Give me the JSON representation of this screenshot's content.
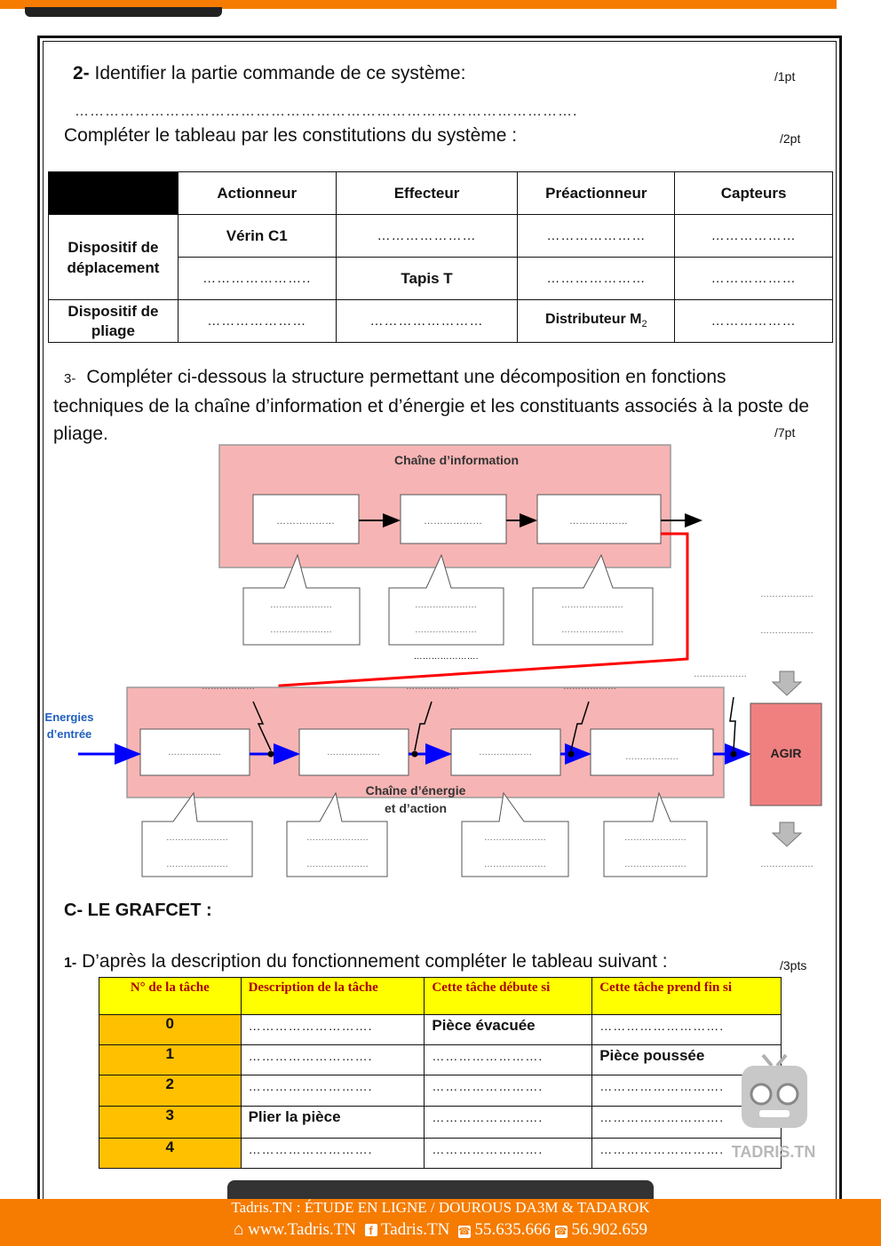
{
  "question2": {
    "number": "2-",
    "text": "Identifier la partie commande de ce système:",
    "points": "/1pt",
    "answer_dots": "………………………………………………………………………………………."
  },
  "table_intro": {
    "text": "Compléter le tableau par les constitutions du système :",
    "points": "/2pt"
  },
  "components_table": {
    "headers": [
      "",
      "Actionneur",
      "Effecteur",
      "Préactionneur",
      "Capteurs"
    ],
    "row1_label": "Dispositif de déplacement",
    "row3_label_line1": "Dispositif de",
    "row3_label_line2": "pliage",
    "row1": [
      "Vérin C1",
      "…………………",
      "…………………",
      "………………"
    ],
    "row2": [
      "…………………..",
      "Tapis T",
      "…………………",
      "………………"
    ],
    "row3": [
      "…………………",
      "……………………",
      "Distributeur M",
      "………………"
    ],
    "row3_subscript": "2"
  },
  "question3": {
    "number": "3-",
    "text": "Compléter ci-dessous la structure permettant une décomposition en fonctions techniques de la chaîne d’information et d’énergie et les constituants associés à la poste de pliage.",
    "points": "/7pt"
  },
  "diagram": {
    "info_chain_title": "Chaîne d’information",
    "energy_chain_title": "Chaîne d’énergie",
    "energy_chain_title2": "et d’action",
    "energy_input_line1": "Energies",
    "energy_input_line2": "d’entrée",
    "agir": "AGIR",
    "box_dots": "………………",
    "bubble_dots": "…………………",
    "side_dots": "………………",
    "mid_dots": "………………….",
    "colors": {
      "chain_fill": "#f7b4b4",
      "chain_stroke": "#999999",
      "red_wire": "#ff0000",
      "blue_flow": "#0000ff",
      "label_blue": "#1f5fbf"
    }
  },
  "section_c": {
    "title": "C-  LE GRAFCET :"
  },
  "question_c1": {
    "number": "1-",
    "text": "D’après la description du fonctionnement  compléter le tableau suivant :",
    "points": "/3pts"
  },
  "grafcet_table": {
    "headers": [
      "N° de la tâche",
      "Description de la tâche",
      "Cette tâche débute si",
      "Cette tâche prend fin si"
    ],
    "rows": [
      {
        "num": "0",
        "desc": "……………………….",
        "start": "Pièce évacuée",
        "end": "………………………."
      },
      {
        "num": "1",
        "desc": "……………………….",
        "start": "…………………….",
        "end": "Pièce poussée"
      },
      {
        "num": "2",
        "desc": "……………………….",
        "start": "…………………….",
        "end": "………………………."
      },
      {
        "num": "3",
        "desc": "Plier la pièce",
        "start": "…………………….",
        "end": "………………………."
      },
      {
        "num": "4",
        "desc": "……………………….",
        "start": "…………………….",
        "end": "………………………."
      }
    ]
  },
  "watermark": {
    "text": "TADRIS.TN"
  },
  "footer": {
    "line1": "Tadris.TN : ÉTUDE EN LIGNE / DOUROUS DA3M & TADAROK",
    "website": "www.Tadris.TN",
    "facebook": "Tadris.TN",
    "phone1": "55.635.666",
    "phone2": "56.902.659"
  }
}
